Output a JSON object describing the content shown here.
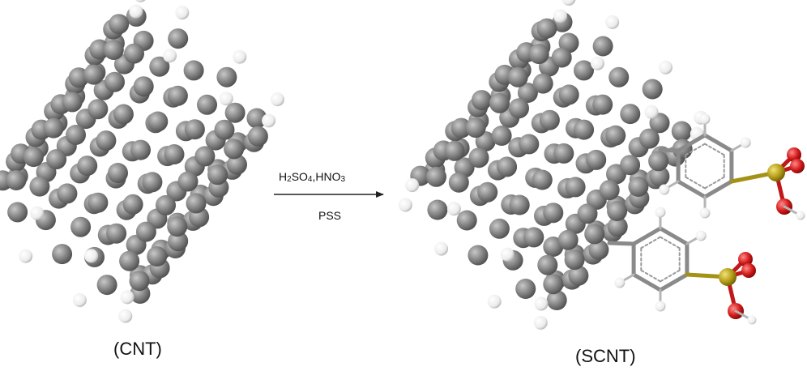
{
  "diagram": {
    "left_label": "(CNT)",
    "right_label": "(SCNT)",
    "reagent_parts": [
      "H",
      "2",
      "SO",
      "4",
      ",HNO",
      "3"
    ],
    "catalyst": "PSS"
  },
  "colors": {
    "carbon": "#808080",
    "hydrogen": "#eeeeee",
    "sulfur": "#b39b14",
    "oxygen": "#d21a1a",
    "arrow": "#222222"
  }
}
